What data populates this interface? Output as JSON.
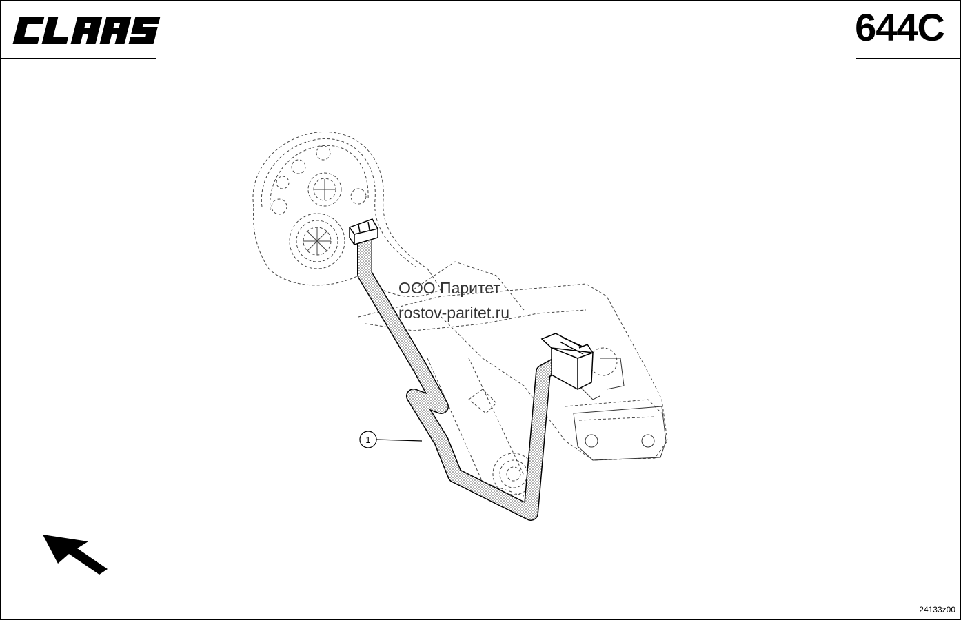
{
  "header": {
    "brand": "CLAAS",
    "page_code": "644C"
  },
  "callouts": [
    {
      "number": "1"
    }
  ],
  "watermark": {
    "line1": "ООО Паритет",
    "line2": "rostov-paritet.ru"
  },
  "footer": {
    "drawing_id": "24133z00"
  },
  "icons": {
    "direction": "direction-arrow-icon"
  }
}
